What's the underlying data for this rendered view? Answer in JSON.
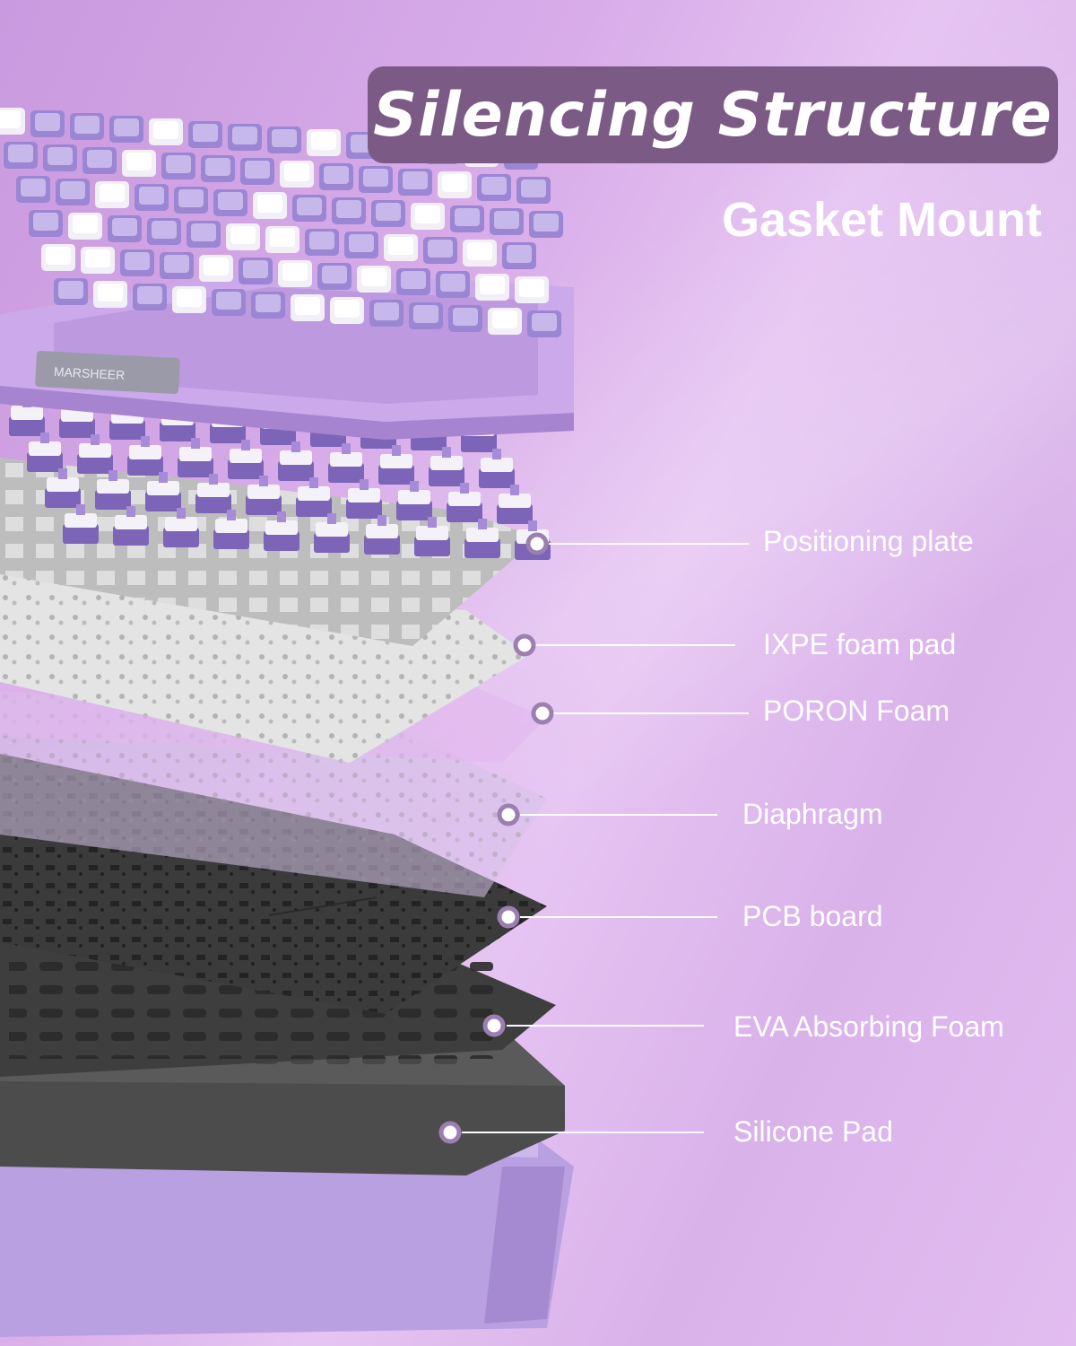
{
  "header": {
    "title": "Silencing Structure",
    "subtitle": "Gasket Mount"
  },
  "diagram": {
    "callouts": [
      {
        "id": "positioning-plate",
        "label": "Positioning plate"
      },
      {
        "id": "ixpe-foam-pad",
        "label": "IXPE foam pad"
      },
      {
        "id": "poron-foam",
        "label": "PORON Foam"
      },
      {
        "id": "diaphragm",
        "label": "Diaphragm"
      },
      {
        "id": "pcb-board",
        "label": "PCB board"
      },
      {
        "id": "eva-absorbing-foam",
        "label": "EVA Absorbing Foam"
      },
      {
        "id": "silicone-pad",
        "label": "Silicone Pad"
      }
    ],
    "logo_text": "MARSHEER"
  },
  "colors": {
    "background": "#d8ace9",
    "title_box": "#7b5b85",
    "keycap_purple": "#9b86d4",
    "keycap_white": "#f2eff6",
    "frame": "#c9a6e8",
    "pcb": "#3a3a3a",
    "callout_line": "#ffffff"
  }
}
